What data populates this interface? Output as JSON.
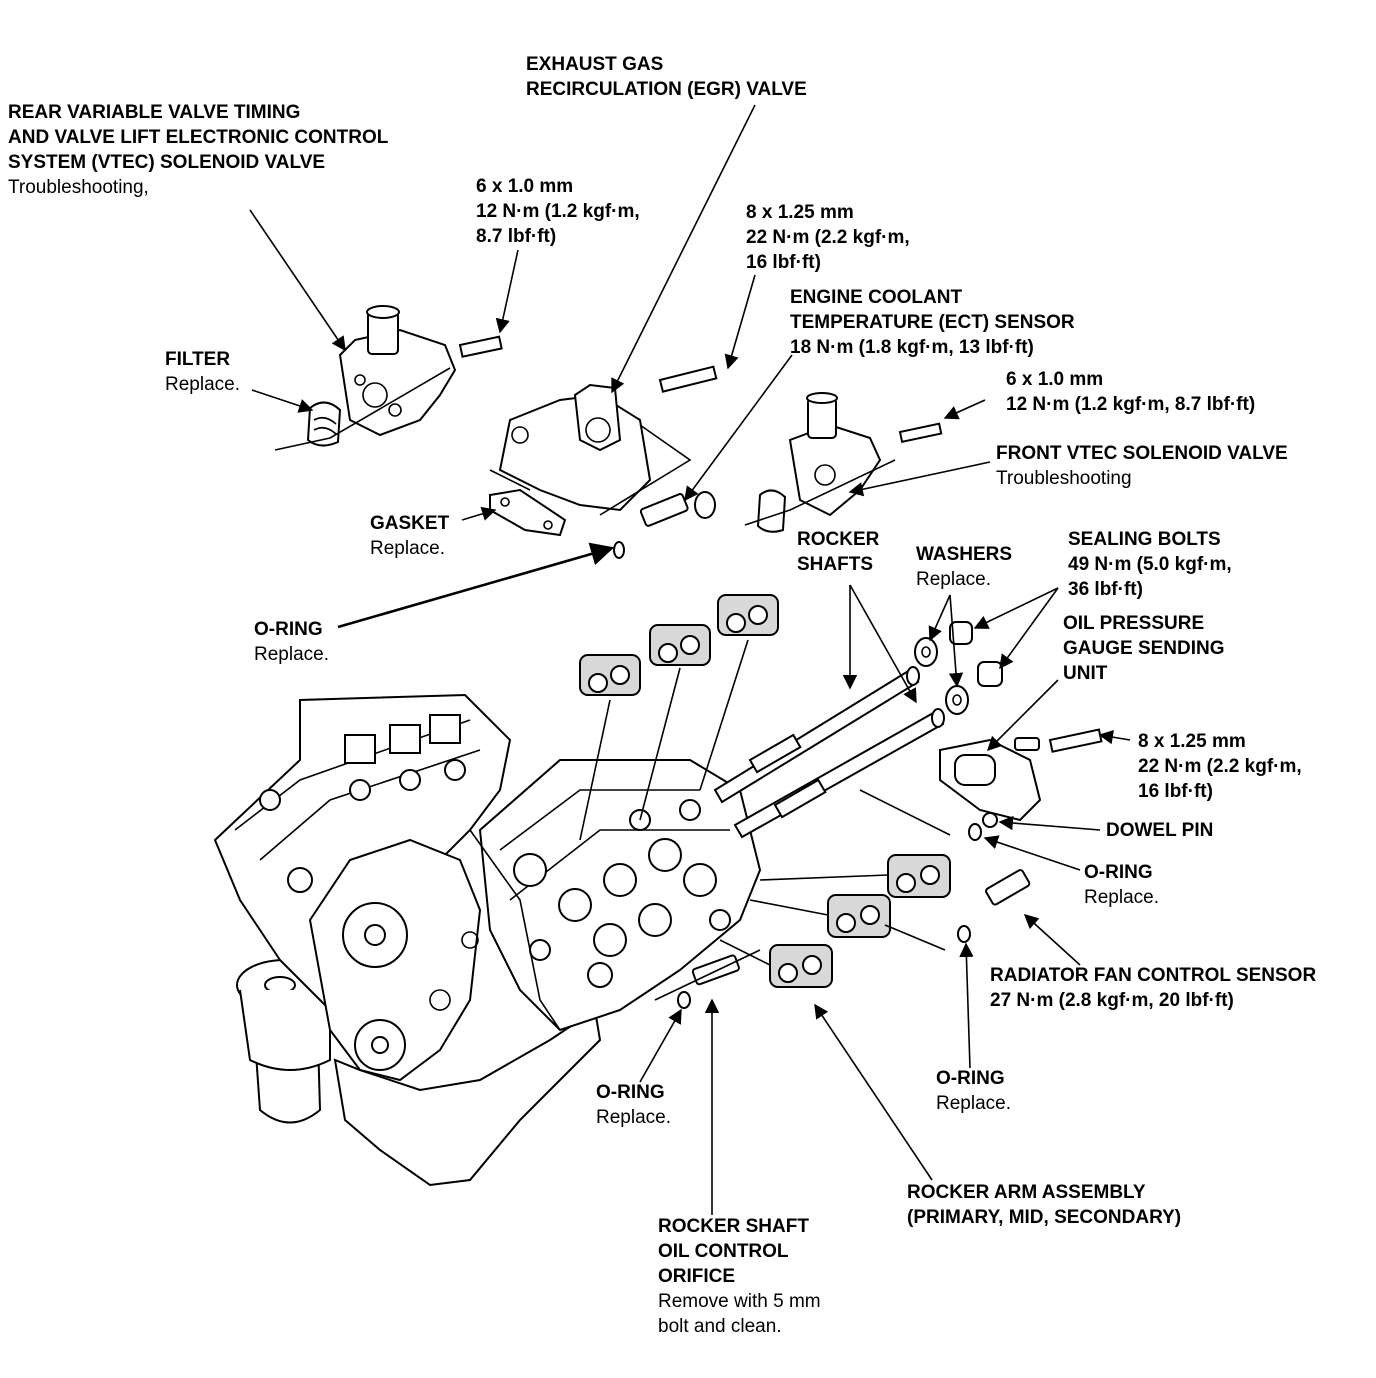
{
  "labels": {
    "rear_vtec": {
      "lines": [
        "REAR VARIABLE VALVE TIMING",
        "AND VALVE LIFT ELECTRONIC CONTROL",
        "SYSTEM (VTEC) SOLENOID VALVE"
      ],
      "note": [
        "Troubleshooting,"
      ]
    },
    "egr_valve": {
      "lines": [
        "EXHAUST GAS",
        "RECIRCULATION (EGR) VALVE"
      ],
      "note": []
    },
    "egr_bolt": {
      "lines": [
        "6 x 1.0 mm",
        "12 N·m (1.2 kgf·m,",
        "8.7 lbf·ft)"
      ],
      "note": []
    },
    "bolt_8x125_top": {
      "lines": [
        "8 x 1.25 mm",
        "22 N·m (2.2 kgf·m,",
        "16 lbf·ft)"
      ],
      "note": []
    },
    "ect_sensor": {
      "lines": [
        "ENGINE COOLANT",
        "TEMPERATURE (ECT) SENSOR",
        "18 N·m (1.8 kgf·m, 13 lbf·ft)"
      ],
      "note": []
    },
    "front_bolt": {
      "lines": [
        "6 x 1.0 mm",
        "12 N·m (1.2 kgf·m, 8.7 lbf·ft)"
      ],
      "note": []
    },
    "front_vtec": {
      "lines": [
        "FRONT VTEC SOLENOID VALVE"
      ],
      "note": [
        "Troubleshooting"
      ]
    },
    "filter": {
      "lines": [
        "FILTER"
      ],
      "note": [
        "Replace."
      ]
    },
    "gasket": {
      "lines": [
        "GASKET"
      ],
      "note": [
        "Replace."
      ]
    },
    "rocker_shafts": {
      "lines": [
        "ROCKER",
        "SHAFTS"
      ],
      "note": []
    },
    "washers": {
      "lines": [
        "WASHERS"
      ],
      "note": [
        "Replace."
      ]
    },
    "sealing_bolts": {
      "lines": [
        "SEALING BOLTS",
        "49 N·m (5.0 kgf·m,",
        "36 lbf·ft)"
      ],
      "note": []
    },
    "oring_left": {
      "lines": [
        "O-RING"
      ],
      "note": [
        "Replace."
      ]
    },
    "oil_pressure": {
      "lines": [
        "OIL PRESSURE",
        "GAUGE SENDING",
        "UNIT"
      ],
      "note": []
    },
    "bolt_8x125_right": {
      "lines": [
        "8 x 1.25 mm",
        "22 N·m (2.2 kgf·m,",
        "16 lbf·ft)"
      ],
      "note": []
    },
    "dowel_pin": {
      "lines": [
        "DOWEL PIN"
      ],
      "note": []
    },
    "oring_right": {
      "lines": [
        "O-RING"
      ],
      "note": [
        "Replace."
      ]
    },
    "radiator_fan": {
      "lines": [
        "RADIATOR FAN CONTROL SENSOR",
        "27 N·m (2.8 kgf·m, 20 lbf·ft)"
      ],
      "note": []
    },
    "oring_bottom_right": {
      "lines": [
        "O-RING"
      ],
      "note": [
        "Replace."
      ]
    },
    "oring_bottom_mid": {
      "lines": [
        "O-RING"
      ],
      "note": [
        "Replace."
      ]
    },
    "rocker_arm": {
      "lines": [
        "ROCKER ARM ASSEMBLY",
        "(PRIMARY, MID, SECONDARY)"
      ],
      "note": []
    },
    "orifice": {
      "lines": [
        "ROCKER SHAFT",
        "OIL CONTROL",
        "ORIFICE"
      ],
      "note": [
        "Remove with 5 mm",
        "bolt and clean."
      ]
    }
  }
}
